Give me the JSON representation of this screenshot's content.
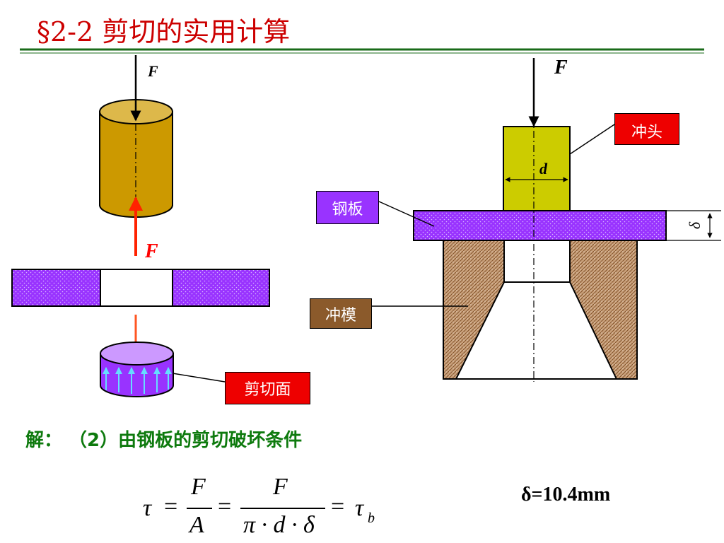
{
  "title": "§2-2 剪切的实用计算",
  "colors": {
    "title": "#cc0000",
    "rule": "#1a6b1a",
    "steel_plate": "#9933ff",
    "punch": "#cccc00",
    "die": "#8b5a2b",
    "cylinder": "#cc9900",
    "label_red": "#ff0000",
    "solution_green": "#0e7a0e"
  },
  "left_figure": {
    "force_top": "F",
    "force_reaction": "F",
    "shear_surface_label": "剪切面"
  },
  "right_figure": {
    "force": "F",
    "punch_label": "冲头",
    "plate_label": "钢板",
    "die_label": "冲模",
    "diameter_symbol": "d",
    "thickness_symbol": "δ"
  },
  "solution": {
    "step": "解：  （2）由钢板的剪切破坏条件",
    "formula": {
      "tau": "τ",
      "eq": "=",
      "num_1": "F",
      "den_1": "A",
      "num_2": "F",
      "den_2": "π · d · δ",
      "tau_b": "τ",
      "sub_b": "b"
    },
    "result": "δ=10.4mm"
  }
}
